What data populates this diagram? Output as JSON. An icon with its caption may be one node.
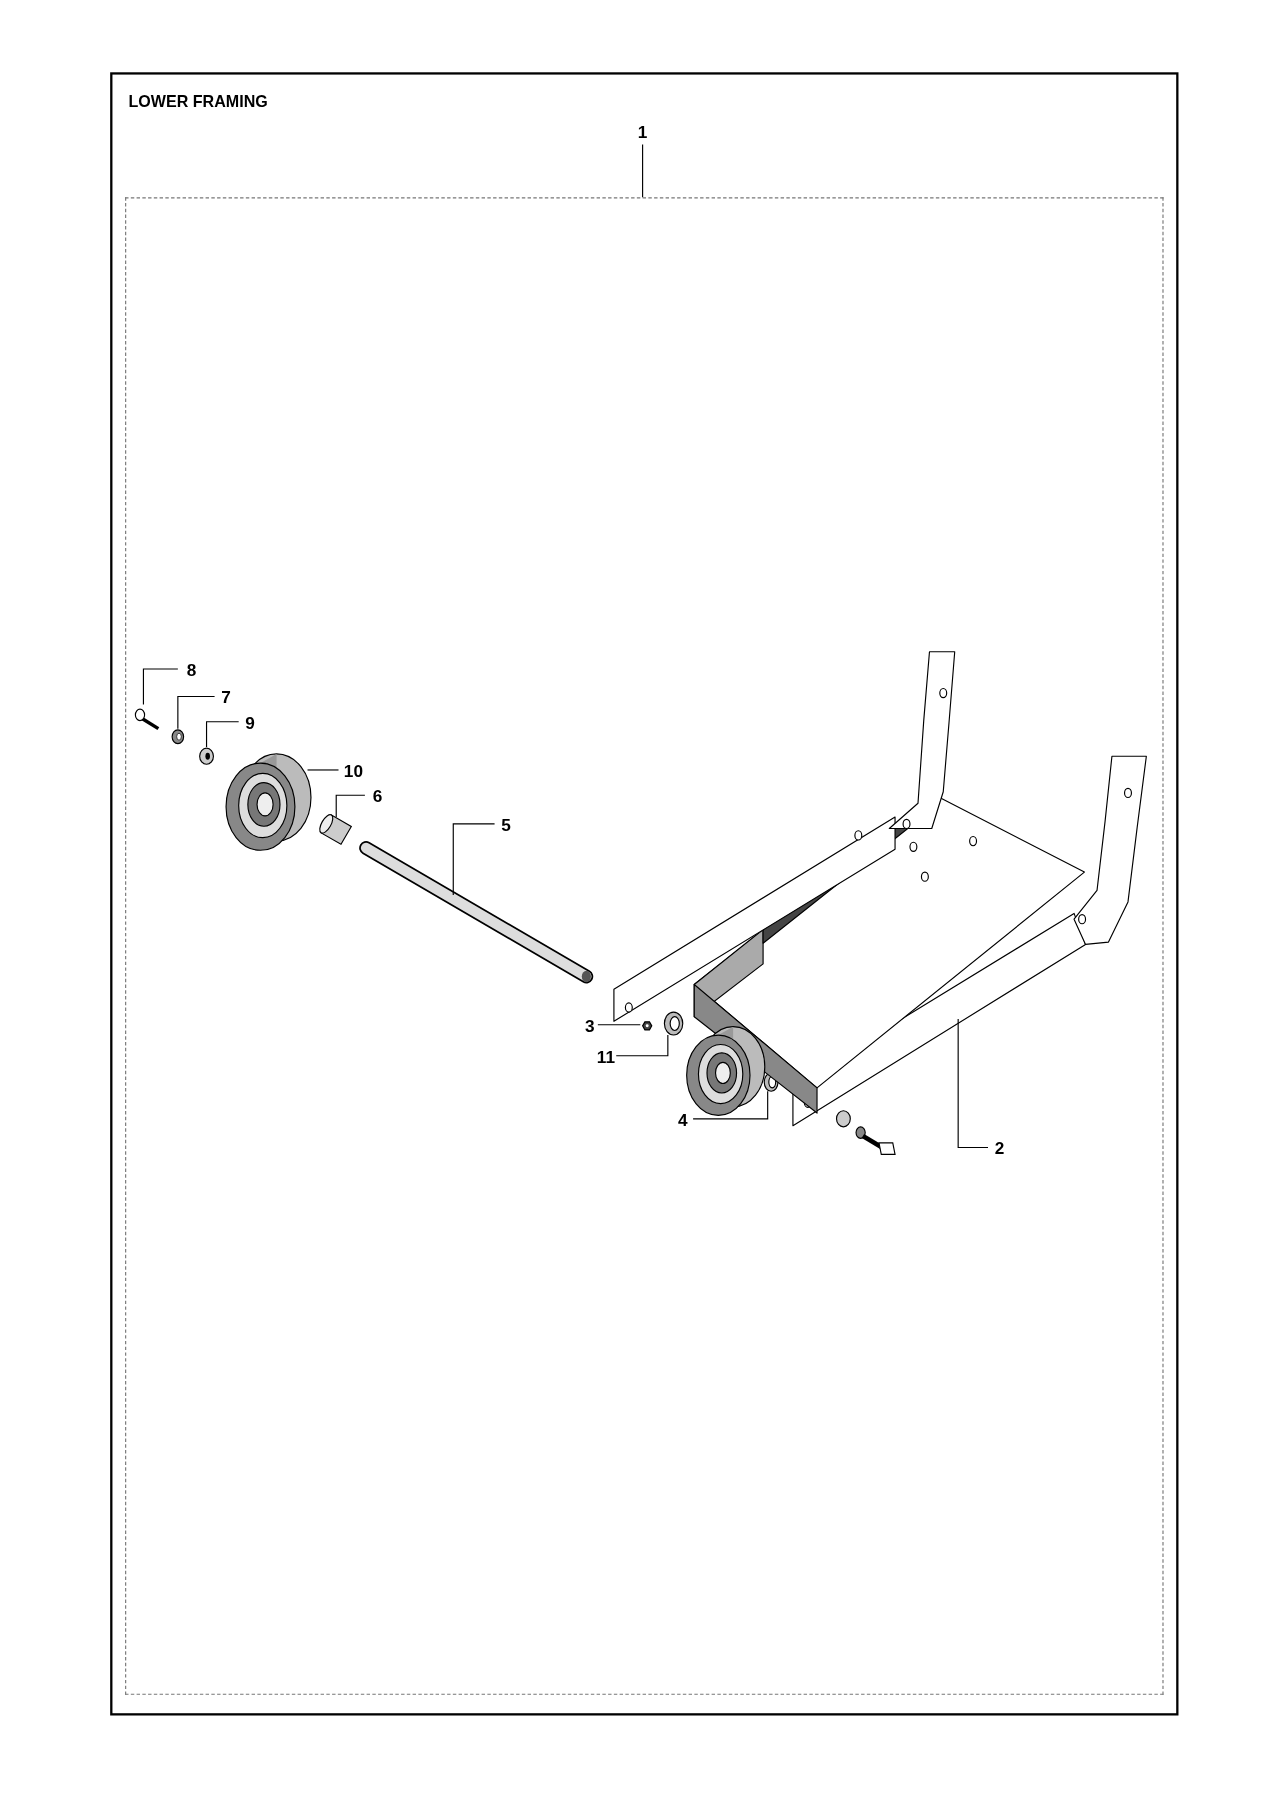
{
  "diagram": {
    "title": "LOWER FRAMING",
    "nodes": [
      {
        "text": [
          "1"
        ]
      },
      {
        "text": [],
        "shape": "box"
      },
      {
        "text": [
          "8"
        ],
        "in": 1
      },
      {
        "text": [],
        "shape": "picture",
        "in": 1
      },
      {
        "text": [
          "7"
        ],
        "in": 1
      },
      {
        "text": [],
        "shape": "picture",
        "in": 1
      },
      {
        "text": [
          "9"
        ],
        "in": 1
      },
      {
        "text": [],
        "shape": "picture",
        "in": 1
      },
      {
        "text": [
          "10"
        ],
        "in": 1
      },
      {
        "text": [],
        "shape": "picture",
        "in": 1
      },
      {
        "text": [
          "6"
        ],
        "in": 1
      },
      {
        "text": [],
        "shape": "picture",
        "in": 1
      },
      {
        "text": [
          "5"
        ],
        "in": 1
      },
      {
        "text": [],
        "shape": "bar",
        "in": 1
      },
      {
        "text": [
          "3"
        ],
        "in": 1
      },
      {
        "text": [],
        "shape": "picture",
        "in": 1
      },
      {
        "text": [
          "11"
        ],
        "in": 1
      },
      {
        "text": [],
        "shape": "picture",
        "in": 1
      },
      {
        "text": [
          "2"
        ],
        "in": 1
      },
      {
        "text": [],
        "shape": "picture",
        "in": 1
      },
      {
        "text": [
          "4"
        ],
        "in": 1
      },
      {
        "text": [],
        "shape": "picture",
        "in": 1
      }
    ],
    "edges": [
      {
        "from": 0,
        "to": 1,
        "arrow": "none"
      },
      {
        "from": 2,
        "to": 3,
        "arrow": "none"
      },
      {
        "from": 4,
        "to": 5,
        "arrow": "none"
      },
      {
        "from": 6,
        "to": 7,
        "arrow": "none"
      },
      {
        "from": 8,
        "to": 9,
        "arrow": "none"
      },
      {
        "from": 10,
        "to": 11,
        "arrow": "none"
      },
      {
        "from": 12,
        "to": 13,
        "arrow": "none"
      },
      {
        "from": 14,
        "to": 15,
        "arrow": "none"
      },
      {
        "from": 16,
        "to": 17,
        "arrow": "none"
      },
      {
        "from": 18,
        "to": 19,
        "arrow": "none"
      },
      {
        "from": 20,
        "to": 21,
        "arrow": "none"
      }
    ]
  }
}
